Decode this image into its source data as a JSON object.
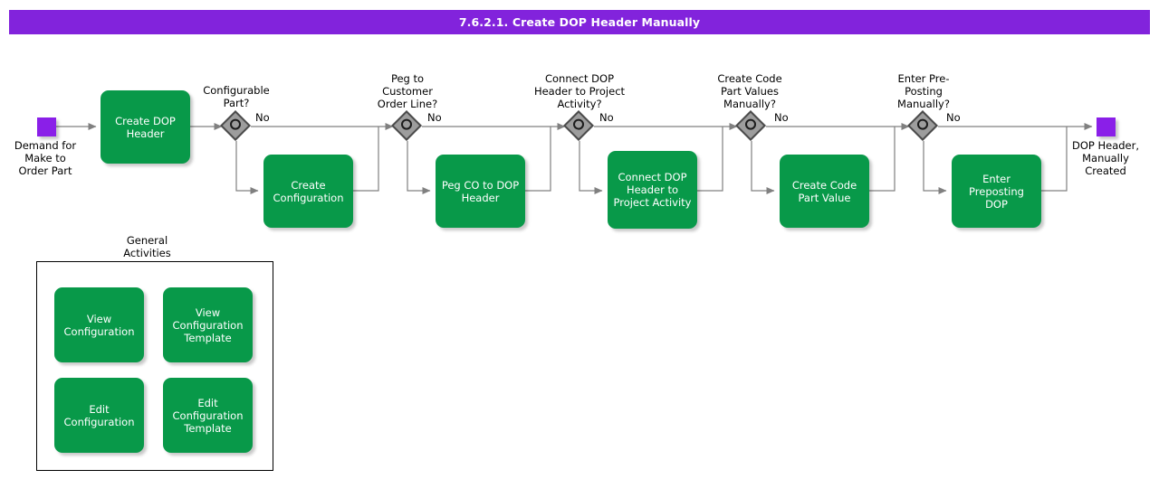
{
  "header": {
    "title": "7.6.2.1. Create DOP Header Manually",
    "bar_color": "#8223dc"
  },
  "colors": {
    "task_green": "#089949",
    "event_purple": "#8a1fe8",
    "gateway_gray": "#9d9d9d",
    "line_gray": "#808080"
  },
  "events": {
    "start": {
      "label": "Demand for\nMake to\nOrder Part"
    },
    "end": {
      "label": "DOP Header,\nManually\nCreated"
    }
  },
  "tasks": {
    "create_dop_header": "Create DOP\nHeader",
    "create_configuration": "Create\nConfiguration",
    "peg_co_to_dop": "Peg CO to DOP\nHeader",
    "connect_dop_project": "Connect DOP\nHeader to\nProject Activity",
    "create_code_part": "Create Code\nPart Value",
    "enter_preposting": "Enter Preposting\nDOP"
  },
  "gateways": [
    {
      "name": "configurable-part",
      "question": "Configurable\nPart?",
      "no_label": "No"
    },
    {
      "name": "peg-customer-order",
      "question": "Peg to\nCustomer\nOrder Line?",
      "no_label": "No"
    },
    {
      "name": "connect-project",
      "question": "Connect DOP\nHeader to Project\nActivity?",
      "no_label": "No"
    },
    {
      "name": "create-code-part",
      "question": "Create Code\nPart Values\nManually?",
      "no_label": "No"
    },
    {
      "name": "enter-preposting",
      "question": "Enter Pre-\nPosting\nManually?",
      "no_label": "No"
    }
  ],
  "general_activities": {
    "title": "General\nActivities",
    "items": [
      "View\nConfiguration",
      "View\nConfiguration\nTemplate",
      "Edit\nConfiguration",
      "Edit\nConfiguration\nTemplate"
    ]
  }
}
